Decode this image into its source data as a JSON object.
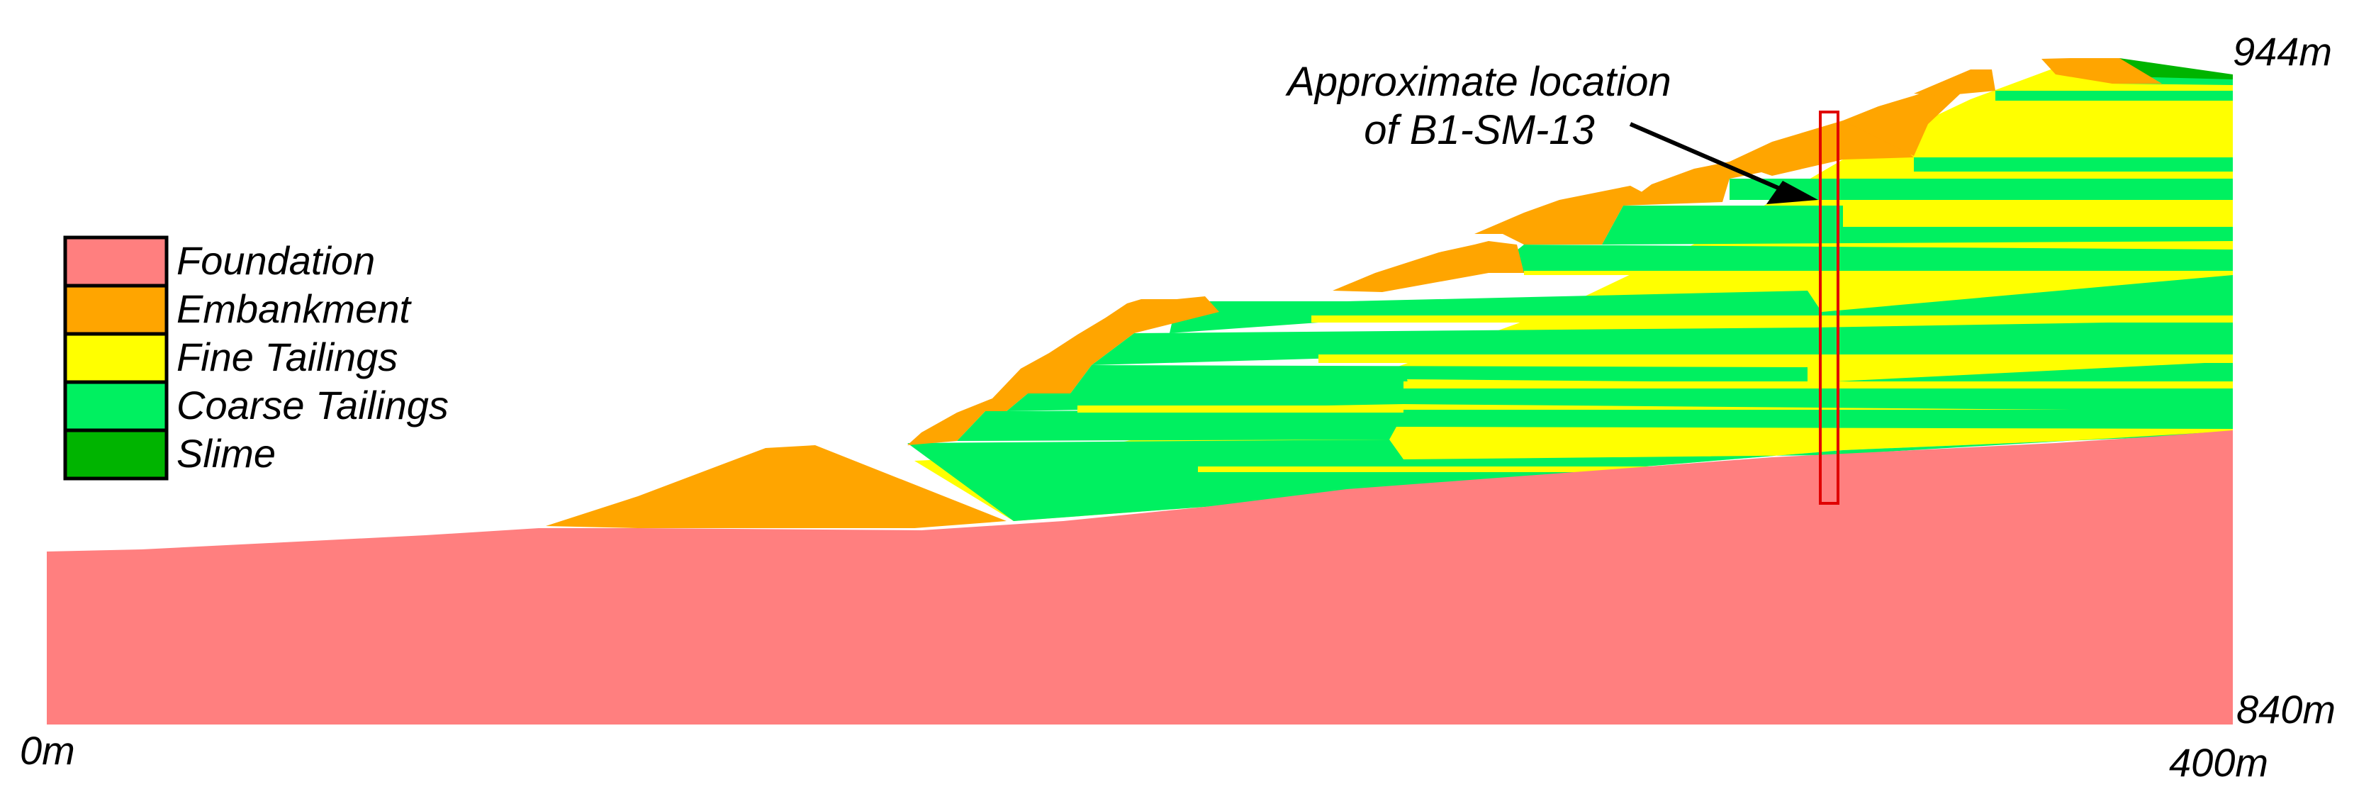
{
  "colors": {
    "foundation": "#FF7F7F",
    "embankment": "#FFA500",
    "fine_tailings": "#FFFF00",
    "coarse_tailings": "#00F060",
    "slime": "#00B400",
    "borehole": "#E00000",
    "background": "#FFFFFF"
  },
  "legend": [
    {
      "key": "foundation",
      "label": "Foundation"
    },
    {
      "key": "embankment",
      "label": "Embankment"
    },
    {
      "key": "fine_tailings",
      "label": "Fine Tailings"
    },
    {
      "key": "coarse_tailings",
      "label": "Coarse Tailings"
    },
    {
      "key": "slime",
      "label": "Slime"
    }
  ],
  "annotation": {
    "line1": "Approximate location",
    "line2": "of B1-SM-13"
  },
  "axis_labels": {
    "elev_top": "944m",
    "elev_bottom": "840m",
    "dist_left": "0m",
    "dist_right": "400m"
  }
}
